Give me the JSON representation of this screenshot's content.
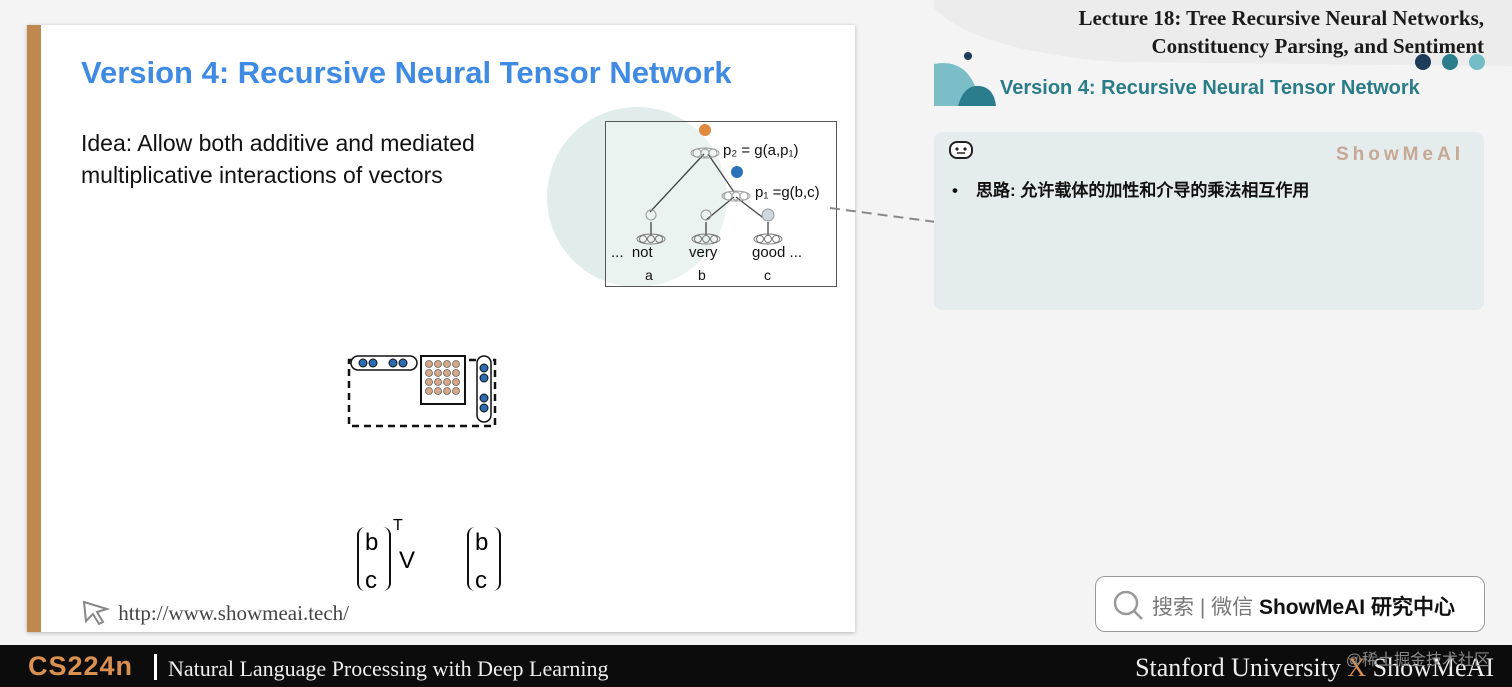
{
  "slide": {
    "title": "Version 4: Recursive Neural Tensor Network",
    "idea_line1": "Idea: Allow both additive and mediated",
    "idea_line2": "multiplicative interactions of vectors",
    "tree": {
      "p2": "p₂ = g(a,p₁)",
      "p1": "p₁ =g(b,c)",
      "words": [
        "...  not",
        "very",
        "good ..."
      ],
      "vars": [
        "a",
        "b",
        "c"
      ]
    },
    "formula": {
      "b": "b",
      "c": "c",
      "T": "T",
      "V": "V"
    },
    "url": "http://www.showmeai.tech/"
  },
  "header": {
    "lecture_line1": "Lecture 18: Tree Recursive Neural Networks,",
    "lecture_line2": "Constituency Parsing, and Sentiment",
    "section_title": "Version 4: Recursive Neural Tensor Network",
    "dot_colors": [
      "#1f3b5a",
      "#2b7c8c",
      "#74bcc6"
    ]
  },
  "note": {
    "brand": "ShowMeAI",
    "bullet": "思路: 允许载体的加性和介导的乘法相互作用",
    "icon": "robot-icon"
  },
  "search": {
    "text": "搜索 | 微信 ",
    "brand": "ShowMeAI 研究中心"
  },
  "footer": {
    "course_code": "CS224n",
    "course_name": "Natural Language Processing with Deep Learning",
    "university": "Stanford University",
    "x": "X",
    "partner": "ShowMeAI",
    "watermark": "@稀土掘金技术社区"
  },
  "colors": {
    "accent": "#c0884e",
    "title": "#3f8be4",
    "teal": "#2a7c89",
    "orange": "#d99050"
  }
}
